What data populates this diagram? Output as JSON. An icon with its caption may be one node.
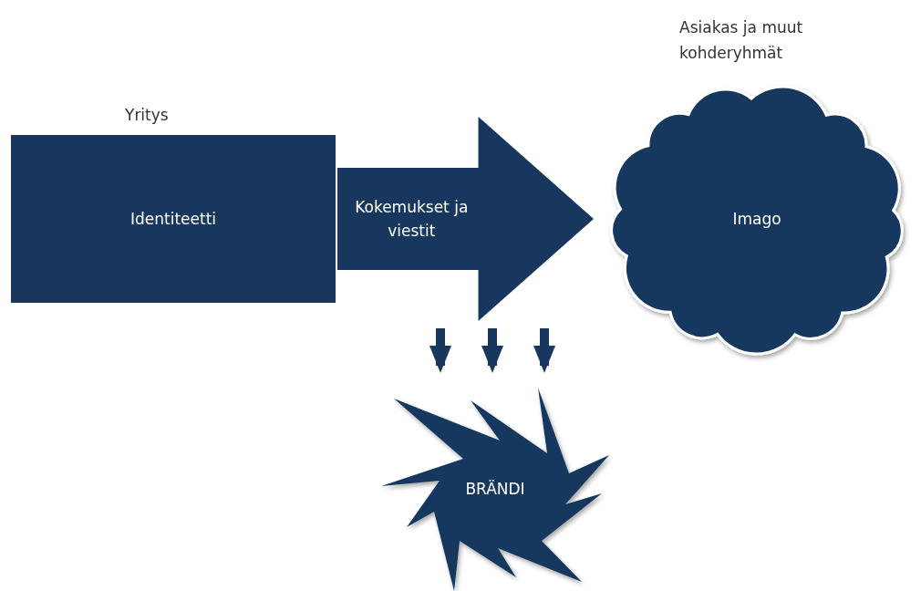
{
  "diagram": {
    "nodes": [
      {
        "text": [
          "Yritys",
          "Identiteetti"
        ]
      },
      {
        "text": [
          "Asiakas ja muut kohderyhmät",
          "Imago"
        ]
      },
      {
        "text": [
          "BRÄNDI"
        ]
      }
    ],
    "edges": [
      {
        "from": 0,
        "to": 1,
        "arrow": "to",
        "label": "Kokemukset ja viestit",
        "style": "thick"
      },
      {
        "from": null,
        "to": 2,
        "arrow": "to"
      },
      {
        "from": null,
        "to": 2,
        "arrow": "to"
      },
      {
        "from": null,
        "to": 2,
        "arrow": "to"
      }
    ]
  }
}
